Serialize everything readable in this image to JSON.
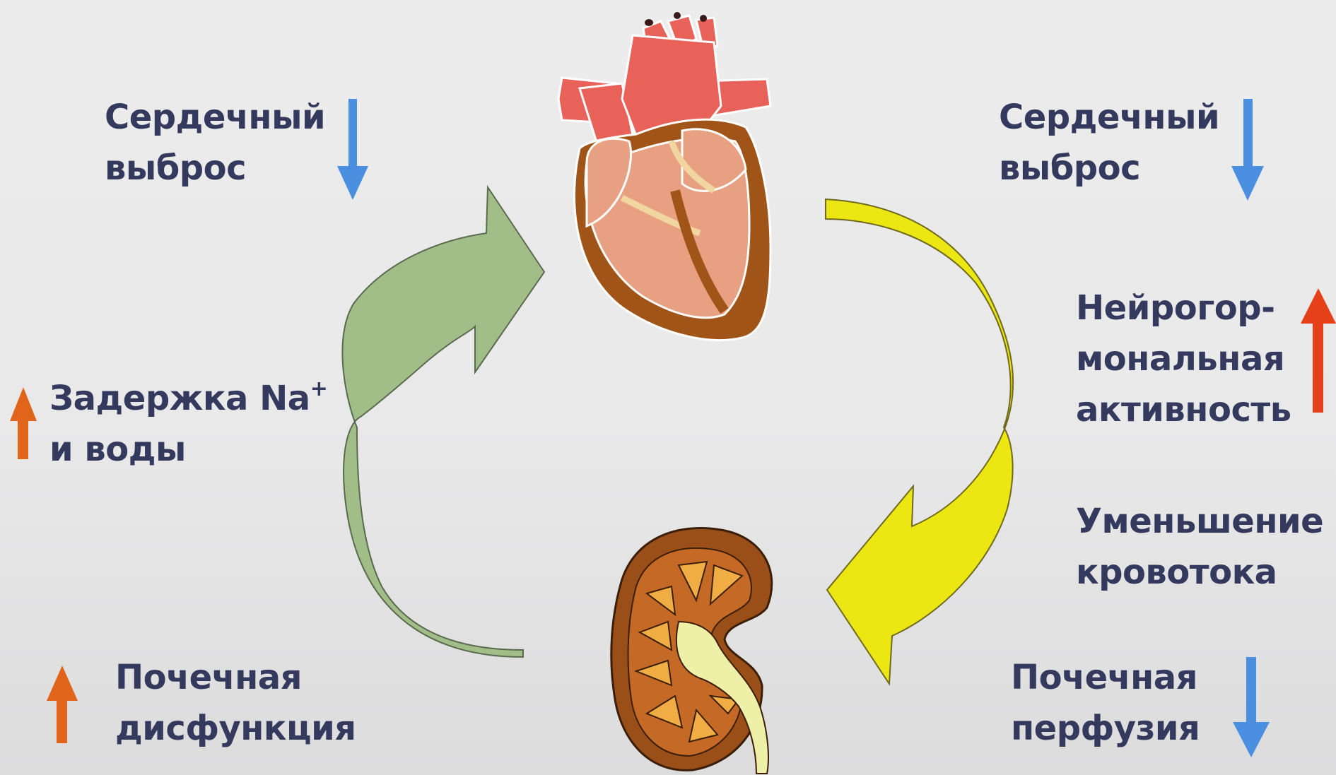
{
  "left_top": {
    "line1": "Сердечный",
    "line2": "выброс",
    "arrow": "down",
    "arrow_color": "#4a8fe0"
  },
  "left_mid": {
    "line1_main": "Задержка Na",
    "line1_sup": "+",
    "line2": "и воды",
    "arrow": "up",
    "arrow_color": "#e0651a"
  },
  "left_bottom": {
    "line1": "Почечная",
    "line2": "дисфункция",
    "arrow": "up",
    "arrow_color": "#e0651a"
  },
  "right_top": {
    "line1": "Сердечный",
    "line2": "выброс",
    "arrow": "down",
    "arrow_color": "#4a8fe0"
  },
  "right_mid": {
    "line1": "Нейрогор-",
    "line2": "мональная",
    "line3": "активность",
    "arrow": "up",
    "arrow_color": "#e5401a"
  },
  "right_flow": {
    "line1": "Уменьшение",
    "line2": "кровотока"
  },
  "right_bottom": {
    "line1": "Почечная",
    "line2": "перфузия",
    "arrow": "down",
    "arrow_color": "#4a8fe0"
  },
  "icons": [
    "heart-icon",
    "kidney-icon"
  ],
  "cycle_arrows": {
    "left_color": "#a2be88",
    "right_color": "#ece613"
  }
}
